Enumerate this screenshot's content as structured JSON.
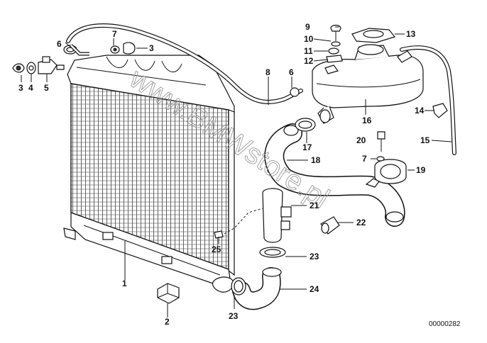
{
  "diagram": {
    "watermark": "www.BMWstore.pl",
    "reference_number": "00000282",
    "callouts": [
      {
        "id": "c1",
        "label": "1"
      },
      {
        "id": "c2",
        "label": "2"
      },
      {
        "id": "c3a",
        "label": "3"
      },
      {
        "id": "c4",
        "label": "4"
      },
      {
        "id": "c5",
        "label": "5"
      },
      {
        "id": "c6a",
        "label": "6"
      },
      {
        "id": "c7a",
        "label": "7"
      },
      {
        "id": "c3b",
        "label": "3"
      },
      {
        "id": "c8",
        "label": "8"
      },
      {
        "id": "c6b",
        "label": "6"
      },
      {
        "id": "c9",
        "label": "9"
      },
      {
        "id": "c10",
        "label": "10"
      },
      {
        "id": "c11",
        "label": "11"
      },
      {
        "id": "c12",
        "label": "12"
      },
      {
        "id": "c13",
        "label": "13"
      },
      {
        "id": "c14",
        "label": "14"
      },
      {
        "id": "c15",
        "label": "15"
      },
      {
        "id": "c16",
        "label": "16"
      },
      {
        "id": "c17",
        "label": "17"
      },
      {
        "id": "c18",
        "label": "18"
      },
      {
        "id": "c19",
        "label": "19"
      },
      {
        "id": "c20",
        "label": "20"
      },
      {
        "id": "c7b",
        "label": "7"
      },
      {
        "id": "c21",
        "label": "21"
      },
      {
        "id": "c22",
        "label": "22"
      },
      {
        "id": "c23a",
        "label": "23"
      },
      {
        "id": "c24",
        "label": "24"
      },
      {
        "id": "c25",
        "label": "25"
      },
      {
        "id": "c23b",
        "label": "23"
      }
    ]
  }
}
